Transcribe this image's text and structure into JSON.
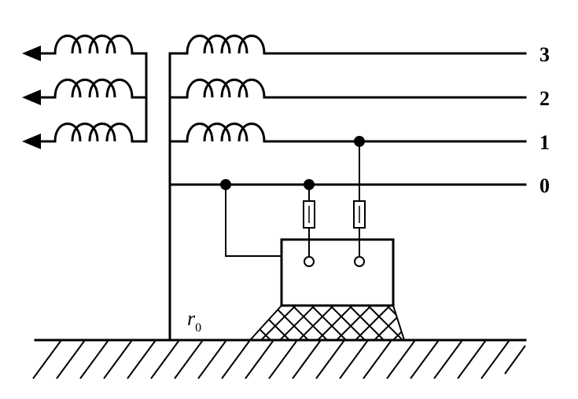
{
  "labels": {
    "line_3": "3",
    "line_2": "2",
    "line_1": "1",
    "line_0": "0",
    "resistance": "r",
    "resistance_sub": "0"
  },
  "icons": {
    "secondary_coils": "inductor-coil-icon",
    "primary_coils": "inductor-coil-icon",
    "arrows": "arrow-left-icon",
    "fuses": "fuse-icon",
    "ground": "ground-hatch-icon",
    "base": "crosshatch-base-icon"
  }
}
